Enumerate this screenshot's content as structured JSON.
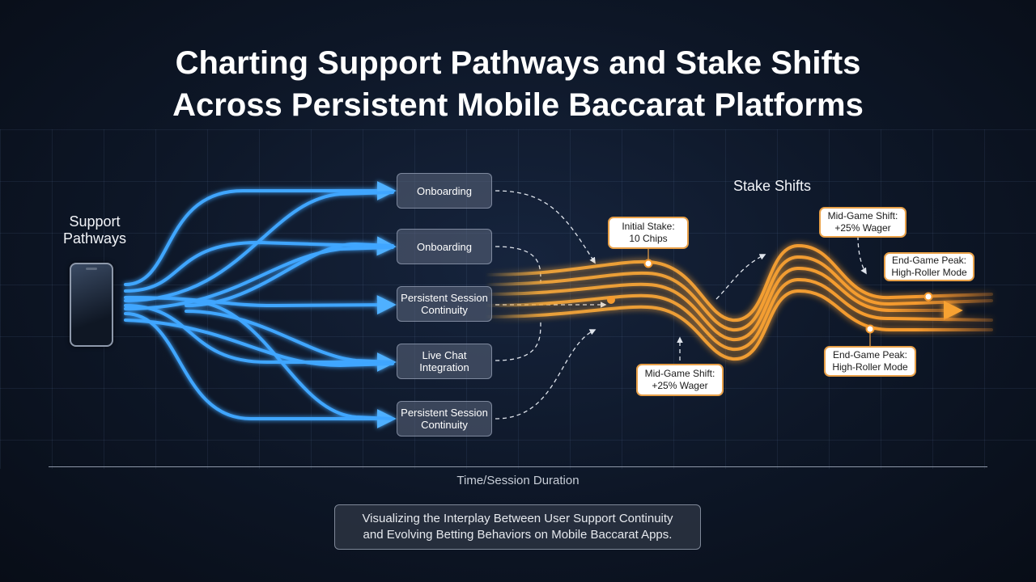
{
  "title": {
    "line1": "Charting Support Pathways and Stake Shifts",
    "line2": "Across Persistent Mobile Baccarat Platforms"
  },
  "support": {
    "label_line1": "Support",
    "label_line2": "Pathways",
    "device_icon": "smartphone-icon",
    "stream_color": "#3fa6ff"
  },
  "nodes": [
    {
      "line1": "Onboarding",
      "line2": ""
    },
    {
      "line1": "Onboarding",
      "line2": ""
    },
    {
      "line1": "Persistent Session",
      "line2": "Continuity"
    },
    {
      "line1": "Live Chat",
      "line2": "Integration"
    },
    {
      "line1": "Persistent Session",
      "line2": "Continuity"
    }
  ],
  "stake": {
    "title": "Stake Shifts",
    "stream_color": "#f5a030",
    "callouts": [
      {
        "line1": "Initial Stake:",
        "line2": "10 Chips"
      },
      {
        "line1": "Mid-Game Shift:",
        "line2": "+25% Wager"
      },
      {
        "line1": "End-Game Peak:",
        "line2": "High-Roller Mode"
      },
      {
        "line1": "Mid-Game Shift:",
        "line2": "+25% Wager"
      },
      {
        "line1": "End-Game Peak:",
        "line2": "High-Roller Mode"
      }
    ]
  },
  "axis": {
    "label": "Time/Session Duration"
  },
  "caption": {
    "line1": "Visualizing the Interplay Between User Support Continuity",
    "line2": "and Evolving Betting Behaviors on Mobile Baccarat Apps."
  }
}
